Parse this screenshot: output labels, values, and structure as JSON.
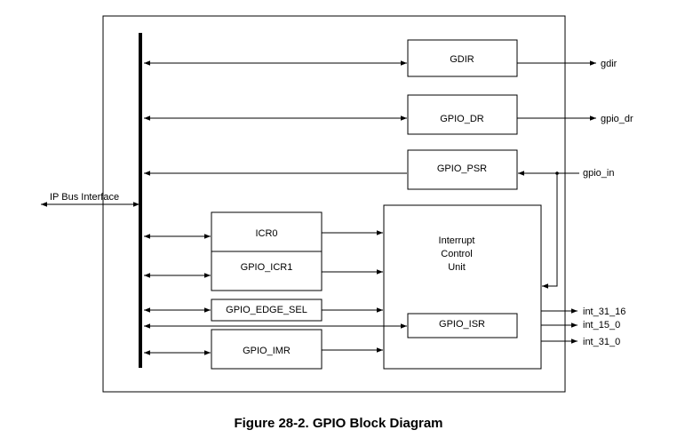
{
  "blocks": {
    "gdir": "GDIR",
    "gpio_dr": "GPIO_DR",
    "gpio_psr": "GPIO_PSR",
    "icr0": "ICR0",
    "gpio_icr1": "GPIO_ICR1",
    "gpio_edge_sel": "GPIO_EDGE_SEL",
    "gpio_imr": "GPIO_IMR",
    "interrupt_unit": [
      "Interrupt",
      "Control",
      "Unit"
    ],
    "gpio_isr": "GPIO_ISR"
  },
  "signals": {
    "ip_bus": "IP Bus Interface",
    "gdir_out": "gdir",
    "gpio_dr_out": "gpio_dr",
    "gpio_in": "gpio_in",
    "int_31_16": "int_31_16",
    "int_15_0": "int_15_0",
    "int_31_0": "int_31_0"
  },
  "caption": "Figure 28-2. GPIO Block Diagram"
}
